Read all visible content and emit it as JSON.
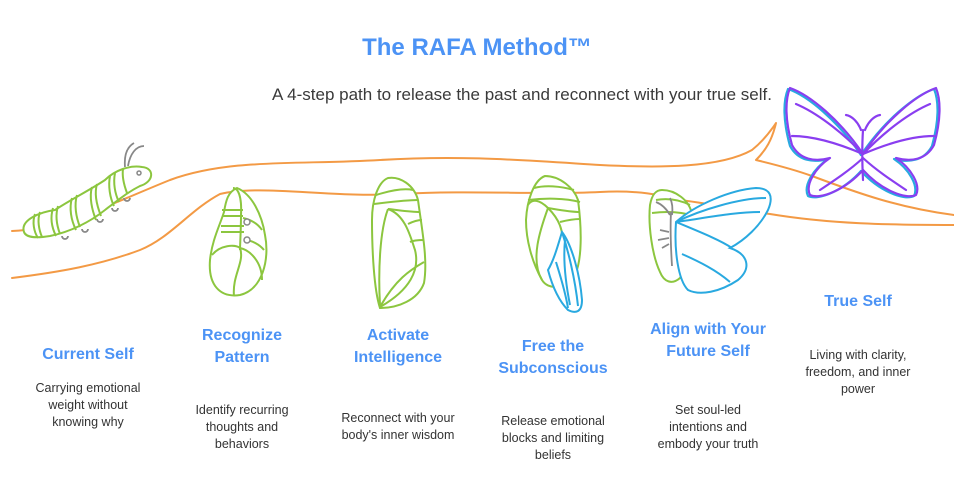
{
  "header": {
    "title": "The RAFA Method™",
    "subtitle": "A 4-step path to release the past and reconnect with your true self."
  },
  "colors": {
    "accent": "#4c93f5",
    "branch": "#f39a45",
    "chrysalis": "#8cc63f",
    "wing": "#29a9e0",
    "butterfly": "#8a3ef0"
  },
  "steps": [
    {
      "id": "current-self",
      "icon": "caterpillar-icon",
      "label_lines": [
        "Current Self"
      ],
      "desc_lines": [
        "Carrying emotional",
        "weight without",
        "knowing why"
      ]
    },
    {
      "id": "recognize-pattern",
      "icon": "curled-pupa-icon",
      "label_lines": [
        "Recognize",
        "Pattern"
      ],
      "desc_lines": [
        "Identify recurring",
        "thoughts and",
        "behaviors"
      ]
    },
    {
      "id": "activate-intelligence",
      "icon": "chrysalis-icon",
      "label_lines": [
        "Activate",
        "Intelligence"
      ],
      "desc_lines": [
        "Reconnect with your",
        "body's inner wisdom"
      ]
    },
    {
      "id": "free-the-subconscious",
      "icon": "chrysalis-wing-icon",
      "label_lines": [
        "Free the",
        "Subconscious"
      ],
      "desc_lines": [
        "Release emotional",
        "blocks and limiting",
        "beliefs"
      ]
    },
    {
      "id": "align-future-self",
      "icon": "emerging-butterfly-icon",
      "label_lines": [
        "Align with Your",
        "Future Self"
      ],
      "desc_lines": [
        "Set soul-led",
        "intentions and",
        "embody your truth"
      ]
    },
    {
      "id": "true-self",
      "icon": "butterfly-icon",
      "label_lines": [
        "True Self"
      ],
      "desc_lines": [
        "Living with clarity,",
        "freedom, and inner",
        "power"
      ]
    }
  ]
}
